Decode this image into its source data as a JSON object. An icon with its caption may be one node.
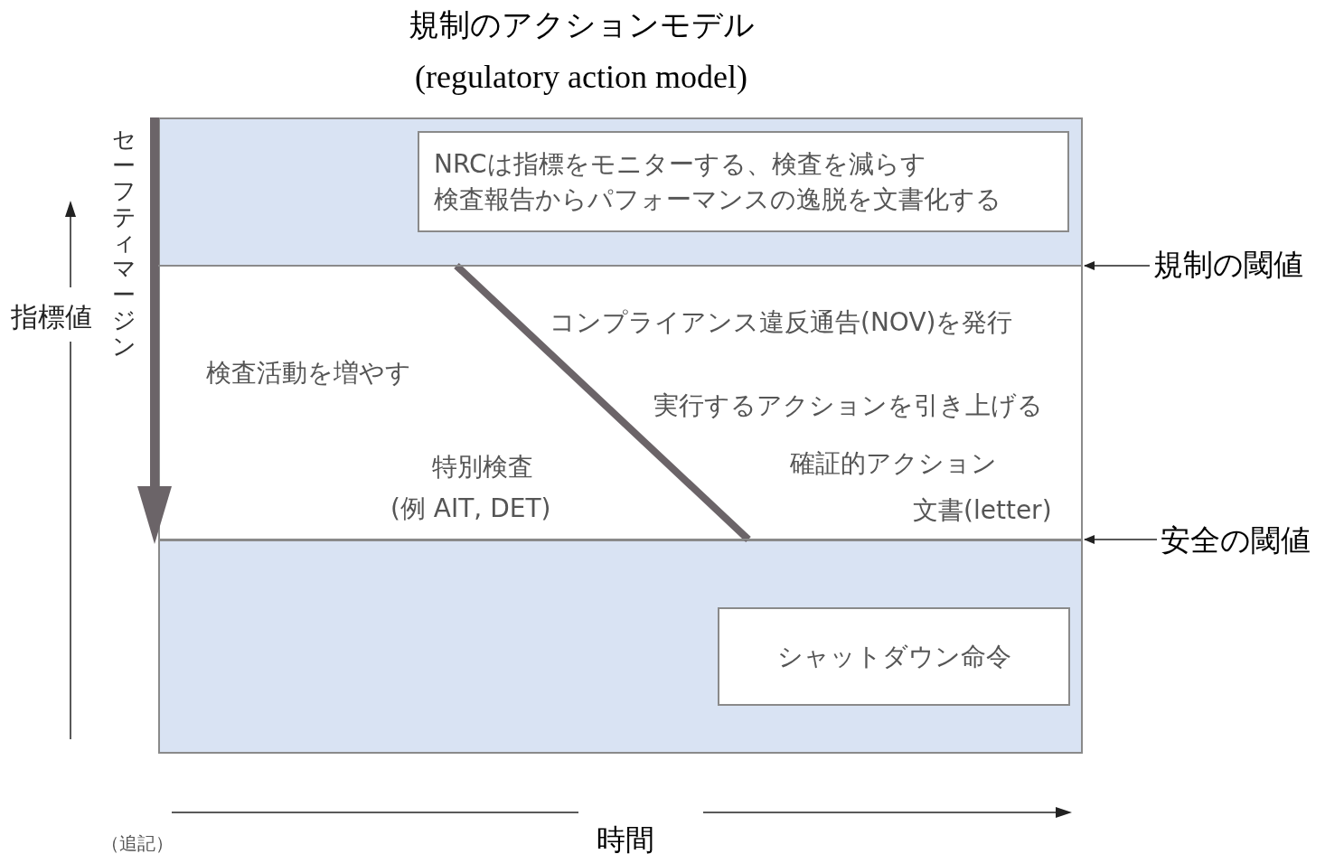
{
  "diagram": {
    "title": "規制のアクションモデル",
    "nodes": [
      {
        "text": [
          "NRCは指標をモニターする、検査を減らす",
          "検査報告からパフォーマンスの逸脱を文書化する"
        ]
      },
      {
        "text": [
          "シャットダウン命令"
        ]
      },
      {
        "text": [
          "規制の閾値"
        ]
      },
      {
        "text": [
          "安全の閾値"
        ]
      },
      {
        "text": [],
        "shape": "bar"
      },
      {
        "text": [],
        "shape": "bar"
      }
    ],
    "edges": [
      {
        "from": 2,
        "to": 4,
        "arrow": "to"
      },
      {
        "from": 3,
        "to": 5,
        "arrow": "to"
      }
    ],
    "labels": [
      "(regulatory action model)",
      "セーフティマージン",
      "指標値",
      "コンプライアンス違反通告(NOV)を発行",
      "検査活動を増やす",
      "実行するアクションを引き上げる",
      "特別検査",
      "(例 AIT, DET)",
      "確証的アクション",
      "文書(letter)",
      "時間",
      "（追記）"
    ]
  }
}
